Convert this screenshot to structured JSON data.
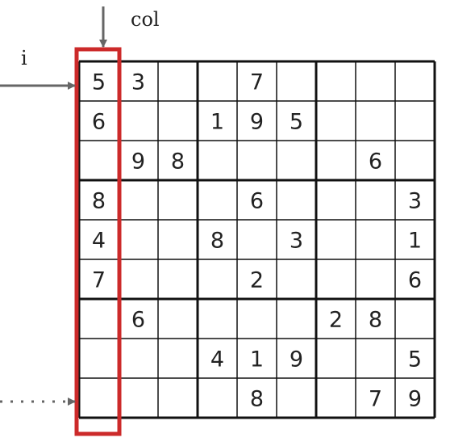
{
  "labels": {
    "col": "col",
    "row": "i"
  },
  "grid": [
    [
      "5",
      "3",
      "",
      "",
      "7",
      "",
      "",
      "",
      ""
    ],
    [
      "6",
      "",
      "",
      "1",
      "9",
      "5",
      "",
      "",
      ""
    ],
    [
      "",
      "9",
      "8",
      "",
      "",
      "",
      "",
      "6",
      ""
    ],
    [
      "8",
      "",
      "",
      "",
      "6",
      "",
      "",
      "",
      "3"
    ],
    [
      "4",
      "",
      "",
      "8",
      "",
      "3",
      "",
      "",
      "1"
    ],
    [
      "7",
      "",
      "",
      "",
      "2",
      "",
      "",
      "",
      "6"
    ],
    [
      "",
      "6",
      "",
      "",
      "",
      "",
      "2",
      "8",
      ""
    ],
    [
      "",
      "",
      "",
      "4",
      "1",
      "9",
      "",
      "",
      "5"
    ],
    [
      "",
      "",
      "",
      "",
      "8",
      "",
      "",
      "7",
      "9"
    ]
  ],
  "highlight": {
    "column_index": 0,
    "color": "#cc2a2a"
  },
  "colors": {
    "grid_line": "#111111",
    "arrow": "#666666",
    "text": "#222222"
  }
}
